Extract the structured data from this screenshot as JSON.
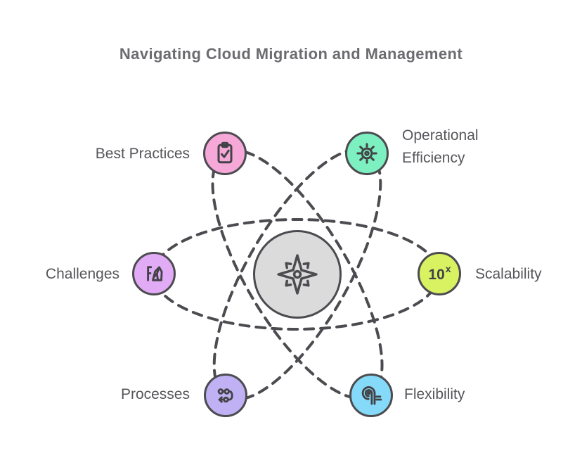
{
  "title": "Navigating Cloud Migration and Management",
  "colors": {
    "stroke_gray": "#4c4b50",
    "title_text": "#6c6c70",
    "label_text": "#56565b",
    "center_fill": "#dbdbdb"
  },
  "center": {
    "icon": "compass-star-icon",
    "fill": "#dbdbdb"
  },
  "nodes": [
    {
      "id": "best-practices",
      "label": "Best Practices",
      "icon": "clipboard-check-icon",
      "color": "#f6a9d9",
      "label_side": "left"
    },
    {
      "id": "operational-efficiency",
      "label": "Operational Efficiency",
      "icon": "gear-icon",
      "color": "#7df0c1",
      "label_side": "right"
    },
    {
      "id": "challenges",
      "label": "Challenges",
      "icon": "mountain-crag-icon",
      "color": "#e2abf6",
      "label_side": "left"
    },
    {
      "id": "scalability",
      "label": "Scalability",
      "icon": "exponent-icon",
      "color": "#d8f262",
      "label_side": "right",
      "icon_base": "10",
      "icon_sup": "x"
    },
    {
      "id": "processes",
      "label": "Processes",
      "icon": "route-icon",
      "color": "#bfb1f3",
      "label_side": "left"
    },
    {
      "id": "flexibility",
      "label": "Flexibility",
      "icon": "coil-icon",
      "color": "#84daf8",
      "label_side": "right"
    }
  ]
}
